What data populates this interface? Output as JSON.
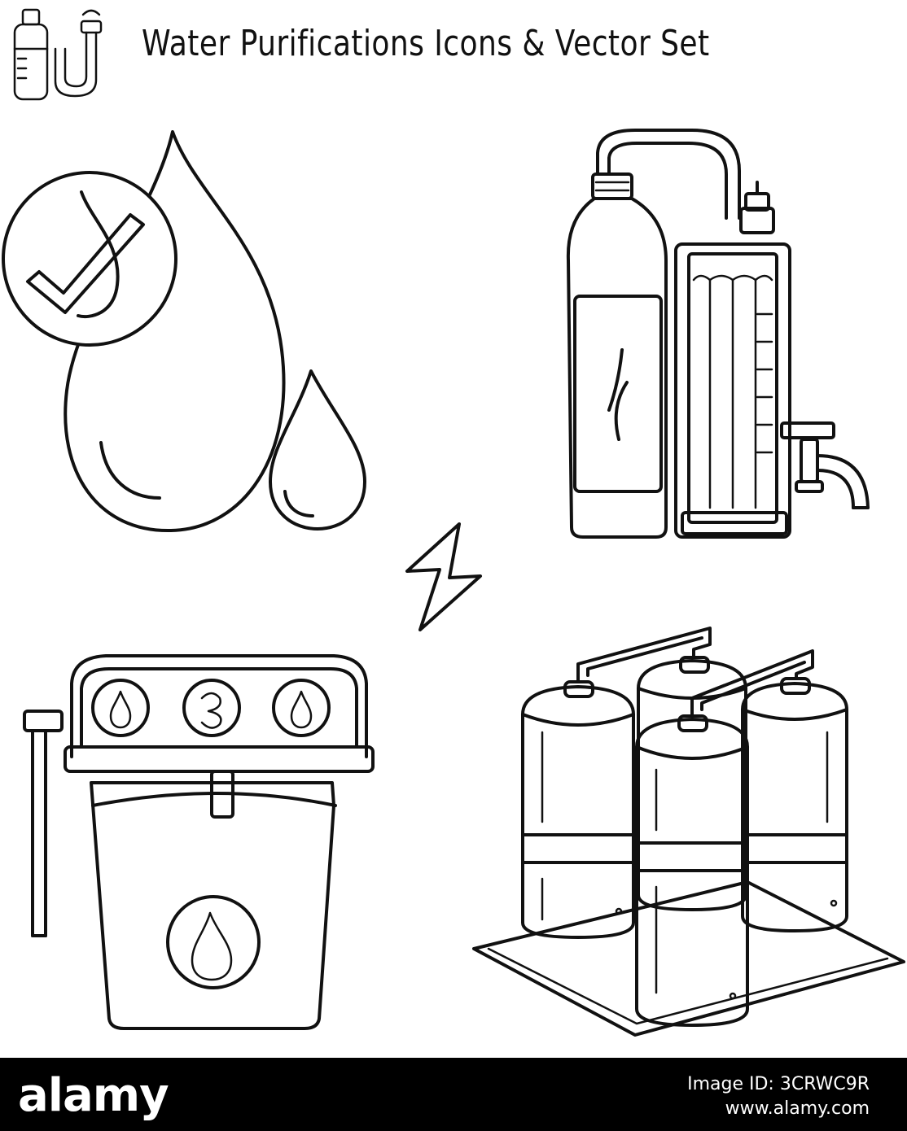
{
  "header": {
    "title": "Water Purifications Icons & Vector Set"
  },
  "icons": [
    {
      "name": "filter-bottle-logo-icon"
    },
    {
      "name": "water-drop-check-icon"
    },
    {
      "name": "bottle-filter-tap-icon"
    },
    {
      "name": "lightning-icon"
    },
    {
      "name": "water-dispenser-filter-icon"
    },
    {
      "name": "industrial-tanks-icon"
    }
  ],
  "footer": {
    "brand": "alamy",
    "image_id": "Image ID: 3CRWC9R",
    "url": "www.alamy.com"
  },
  "colors": {
    "ink": "#111111",
    "footer_bg": "#000000",
    "footer_text": "#ffffff"
  }
}
